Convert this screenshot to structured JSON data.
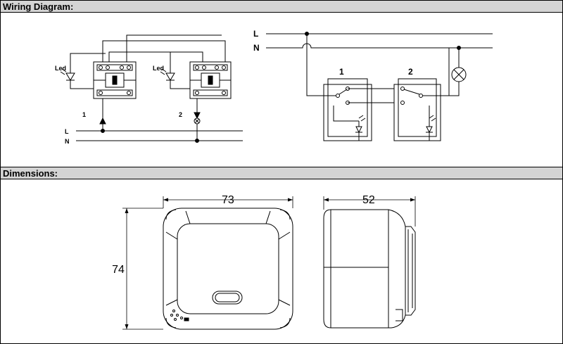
{
  "sections": {
    "wiring_title": "Wiring Diagram:",
    "dimensions_title": "Dimensions:"
  },
  "wiring": {
    "left": {
      "led1": "Led",
      "led2": "Led",
      "num1": "1",
      "num2": "2",
      "line_l": "L",
      "line_n": "N"
    },
    "right": {
      "line_l": "L",
      "line_n": "N",
      "num1": "1",
      "num2": "2"
    }
  },
  "dimensions": {
    "front_width": "73",
    "front_height": "74",
    "side_depth": "52"
  }
}
